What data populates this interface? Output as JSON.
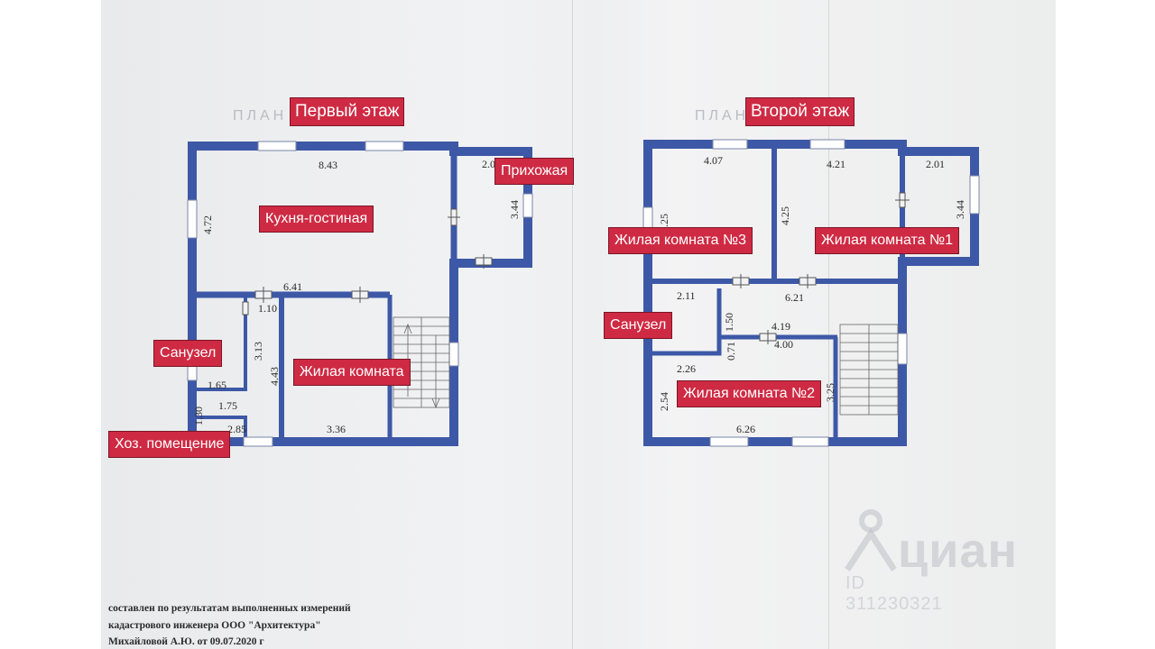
{
  "floor1": {
    "title": "Первый этаж",
    "faint_heading": "ПЛАН 1 ЭТАЖА",
    "rooms": [
      "Кухня-гостиная",
      "Прихожая",
      "Санузел",
      "Жилая комната",
      "Хоз. помещение"
    ],
    "dims": [
      "8.43",
      "2.0",
      "3.44",
      "4.72",
      "6.41",
      "1.10",
      "3.13",
      "4.43",
      "1.65",
      "1.75",
      "1.30",
      "2.85",
      "3.36"
    ]
  },
  "floor2": {
    "title": "Второй этаж",
    "faint_heading": "ПЛАН 2 ЭТАЖА",
    "rooms": [
      "Жилая комната №3",
      "Жилая комната №1",
      "Санузел",
      "Жилая комната №2"
    ],
    "dims": [
      "4.07",
      "4.21",
      "2.01",
      "3.44",
      "4.25",
      "4.25",
      "2.11",
      "6.21",
      "1.50",
      "4.19",
      "0.71",
      "4.00",
      "2.26",
      "2.54",
      "3.25",
      "6.26"
    ]
  },
  "footer": [
    "составлен по результатам выполненных измерений",
    "кадастрового инженера ООО \"Архитектура\"",
    "Михайловой А.Ю. от 09.07.2020 г"
  ],
  "watermark": {
    "brand": "циан",
    "id": "ID 311230321"
  },
  "colors": {
    "wall": "#3d58a6",
    "label_bg": "#cf2a43",
    "label_text": "#ffffff"
  }
}
